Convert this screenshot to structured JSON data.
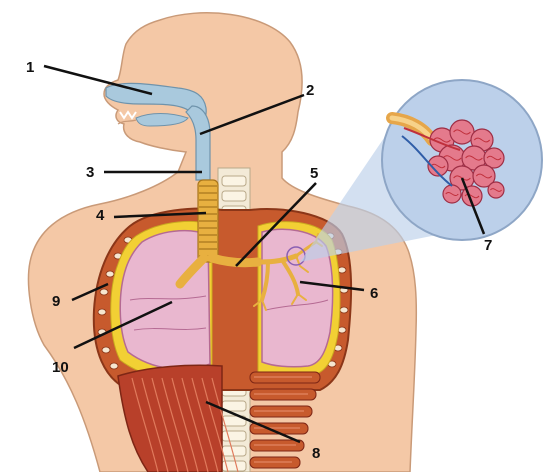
{
  "figure": {
    "labels": [
      "1",
      "2",
      "3",
      "4",
      "5",
      "6",
      "7",
      "8",
      "9",
      "10"
    ]
  },
  "colors": {
    "skin": "#f4c8a6",
    "skin_outline": "#c99a78",
    "airway": "#a9c9dd",
    "trachea": "#e8b040",
    "lung": "#e9b7cf",
    "lung_outline": "#b56a93",
    "pleura": "#f2d034",
    "ribs": "#c75a2d",
    "muscle": "#b8402a",
    "spine": "#f3ead7",
    "magnifier": "#bcd0ea",
    "alveoli": "#e47a8c"
  }
}
